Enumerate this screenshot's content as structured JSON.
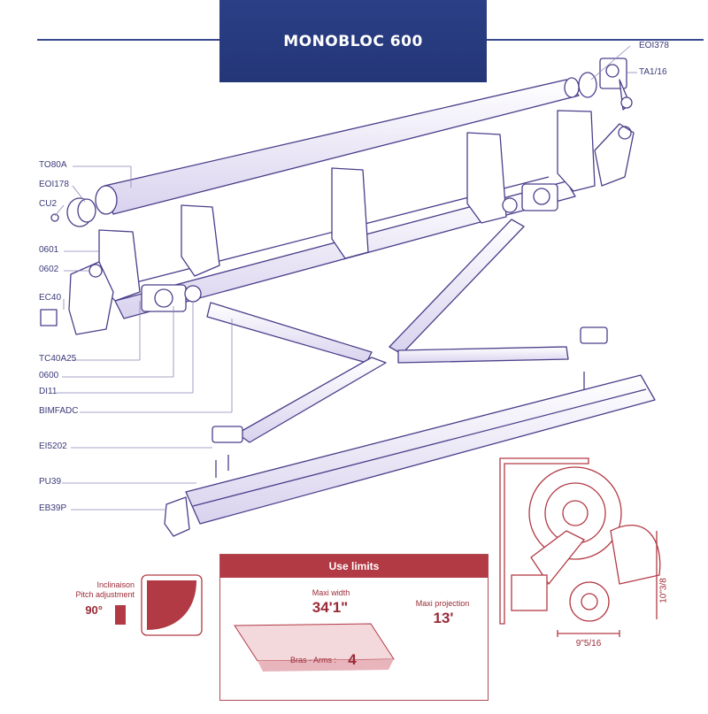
{
  "title": "MONOBLOC 600",
  "part_labels": {
    "EOI378": "EOI378",
    "TA1_16": "TA1/16",
    "TO80A": "TO80A",
    "EOI178": "EOI178",
    "CU2": "CU2",
    "0601": "0601",
    "0602": "0602",
    "EC40": "EC40",
    "TC40A25": "TC40A25",
    "0600": "0600",
    "DI11": "DI11",
    "BIMFADC": "BIMFADC",
    "EI5202": "EI5202",
    "PU39": "PU39",
    "EB39P": "EB39P"
  },
  "pitch": {
    "label_fr": "Inclinaison",
    "label_en": "Pitch adjustment",
    "value": "90°"
  },
  "use_limits": {
    "heading": "Use limits",
    "max_width_label": "Maxi width",
    "max_width_value": "34'1\"",
    "max_projection_label": "Maxi projection",
    "max_projection_value": "13'",
    "arms_label": "Bras - Arms :",
    "arms_value": "4"
  },
  "dimensions": {
    "height": "10\"3/8",
    "depth": "9\"5/16"
  },
  "colors": {
    "title_bg": "#2a3f86",
    "line": "#4a3f8a",
    "accent": "#b23a44"
  }
}
